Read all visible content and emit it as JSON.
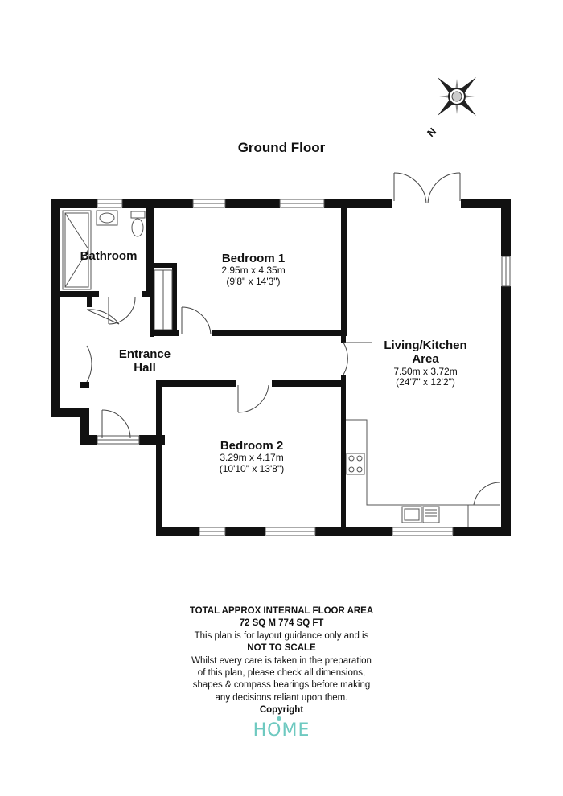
{
  "floor_title": "Ground Floor",
  "compass": {
    "north_label": "N"
  },
  "rooms": {
    "bathroom": {
      "name": "Bathroom"
    },
    "bedroom1": {
      "name": "Bedroom 1",
      "metric": "2.95m x 4.35m",
      "imperial": "(9'8\" x 14'3\")"
    },
    "living": {
      "name_line1": "Living/Kitchen",
      "name_line2": "Area",
      "metric": "7.50m x 3.72m",
      "imperial": "(24'7\" x 12'2\")"
    },
    "entrance": {
      "name_line1": "Entrance",
      "name_line2": "Hall"
    },
    "bedroom2": {
      "name": "Bedroom 2",
      "metric": "3.29m x 4.17m",
      "imperial": "(10'10\" x 13'8\")"
    }
  },
  "footer": {
    "line1": "TOTAL APPROX INTERNAL FLOOR AREA",
    "line2": "72 SQ M 774 SQ FT",
    "line3": "This plan is for layout guidance only and is",
    "line4": "NOT TO SCALE",
    "line5": "Whilst every care is taken in the preparation",
    "line6": "of this plan, please check all dimensions,",
    "line7": "shapes & compass bearings before making",
    "line8": "any decisions reliant upon them.",
    "line9": "Copyright"
  },
  "logo": {
    "text": "HOME",
    "color": "#6ec9c0"
  },
  "colors": {
    "wall": "#111111",
    "fixture": "#555555"
  }
}
